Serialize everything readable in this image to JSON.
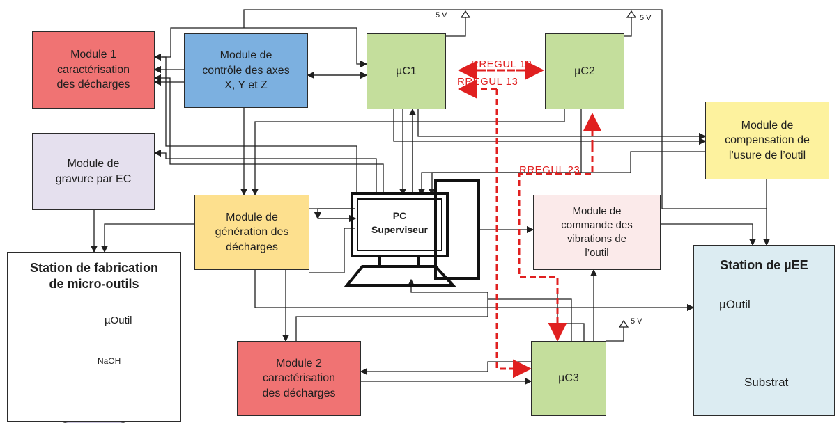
{
  "modules": {
    "m1": {
      "label": "Module 1\ncaractérisation\ndes décharges",
      "color": "#f07373"
    },
    "axes": {
      "label": "Module de\ncontrôle des axes\nX, Y et Z",
      "color": "#7cb0e0"
    },
    "gravure": {
      "label": "Module de\ngravure par EC",
      "color": "#e5e0ee"
    },
    "generation": {
      "label": "Module de\ngénération des\ndécharges",
      "color": "#fde08e"
    },
    "m2": {
      "label": "Module 2\ncaractérisation\ndes décharges",
      "color": "#f07373"
    },
    "usure": {
      "label": "Module de\ncompensation de\nl’usure de l’outil",
      "color": "#fdf29e"
    },
    "vibrations": {
      "label": "Module de\ncommande des\nvibrations de\nl’outil",
      "color": "#fbeaea"
    }
  },
  "controllers": {
    "uc1": {
      "label": "µC1",
      "color": "#c4de9c"
    },
    "uc2": {
      "label": "µC2",
      "color": "#c4de9c"
    },
    "uc3": {
      "label": "µC3",
      "color": "#c4de9c"
    }
  },
  "power": {
    "v1": "5 V",
    "v2": "5 V",
    "v3": "5 V"
  },
  "regulation": {
    "r12": "RREGUL 12",
    "r13": "RREGUL 13",
    "r23": "RREGUL 23"
  },
  "pc": {
    "line1": "PC",
    "line2": "Superviseur"
  },
  "station_fab": {
    "title": "Station de fabrication\nde micro-outils",
    "tool": "µOutil",
    "liquid": "NaOH",
    "color": "#ffffff"
  },
  "station_uee": {
    "title": "Station de µEE",
    "tool": "µOutil",
    "substrate": "Substrat",
    "color": "#dcecf2"
  },
  "colors": {
    "regul": "#e02020",
    "wire": "#1f1f1f"
  }
}
